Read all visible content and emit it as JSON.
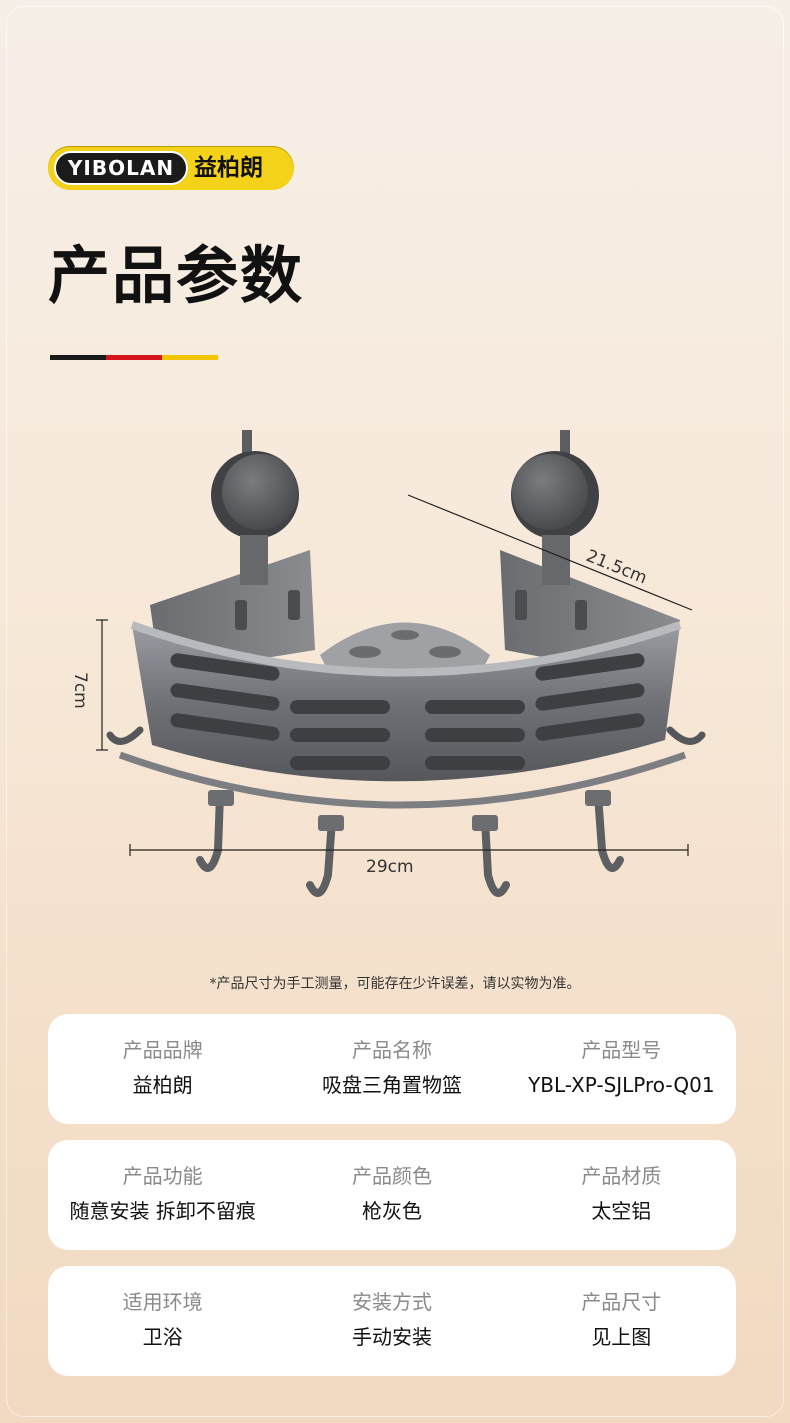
{
  "brand": {
    "logo_en": "YIBOLAN",
    "logo_cn": "益柏朗"
  },
  "heading": {
    "title": "产品参数",
    "bar_colors": [
      "#1a1a1a",
      "#d4141b",
      "#f2c500"
    ]
  },
  "product_image": {
    "icon": "corner-shower-caddy",
    "dimensions": {
      "height": "7cm",
      "depth": "21.5cm",
      "width": "29cm"
    }
  },
  "note": "*产品尺寸为手工测量，可能存在少许误差，请以实物为准。",
  "specs": [
    [
      {
        "label": "产品品牌",
        "value": "益柏朗"
      },
      {
        "label": "产品名称",
        "value": "吸盘三角置物篮"
      },
      {
        "label": "产品型号",
        "value": "YBL-XP-SJLPro-Q01"
      }
    ],
    [
      {
        "label": "产品功能",
        "value": "随意安装 拆卸不留痕"
      },
      {
        "label": "产品颜色",
        "value": "枪灰色"
      },
      {
        "label": "产品材质",
        "value": "太空铝"
      }
    ],
    [
      {
        "label": "适用环境",
        "value": "卫浴"
      },
      {
        "label": "安装方式",
        "value": "手动安装"
      },
      {
        "label": "产品尺寸",
        "value": "见上图"
      }
    ]
  ]
}
